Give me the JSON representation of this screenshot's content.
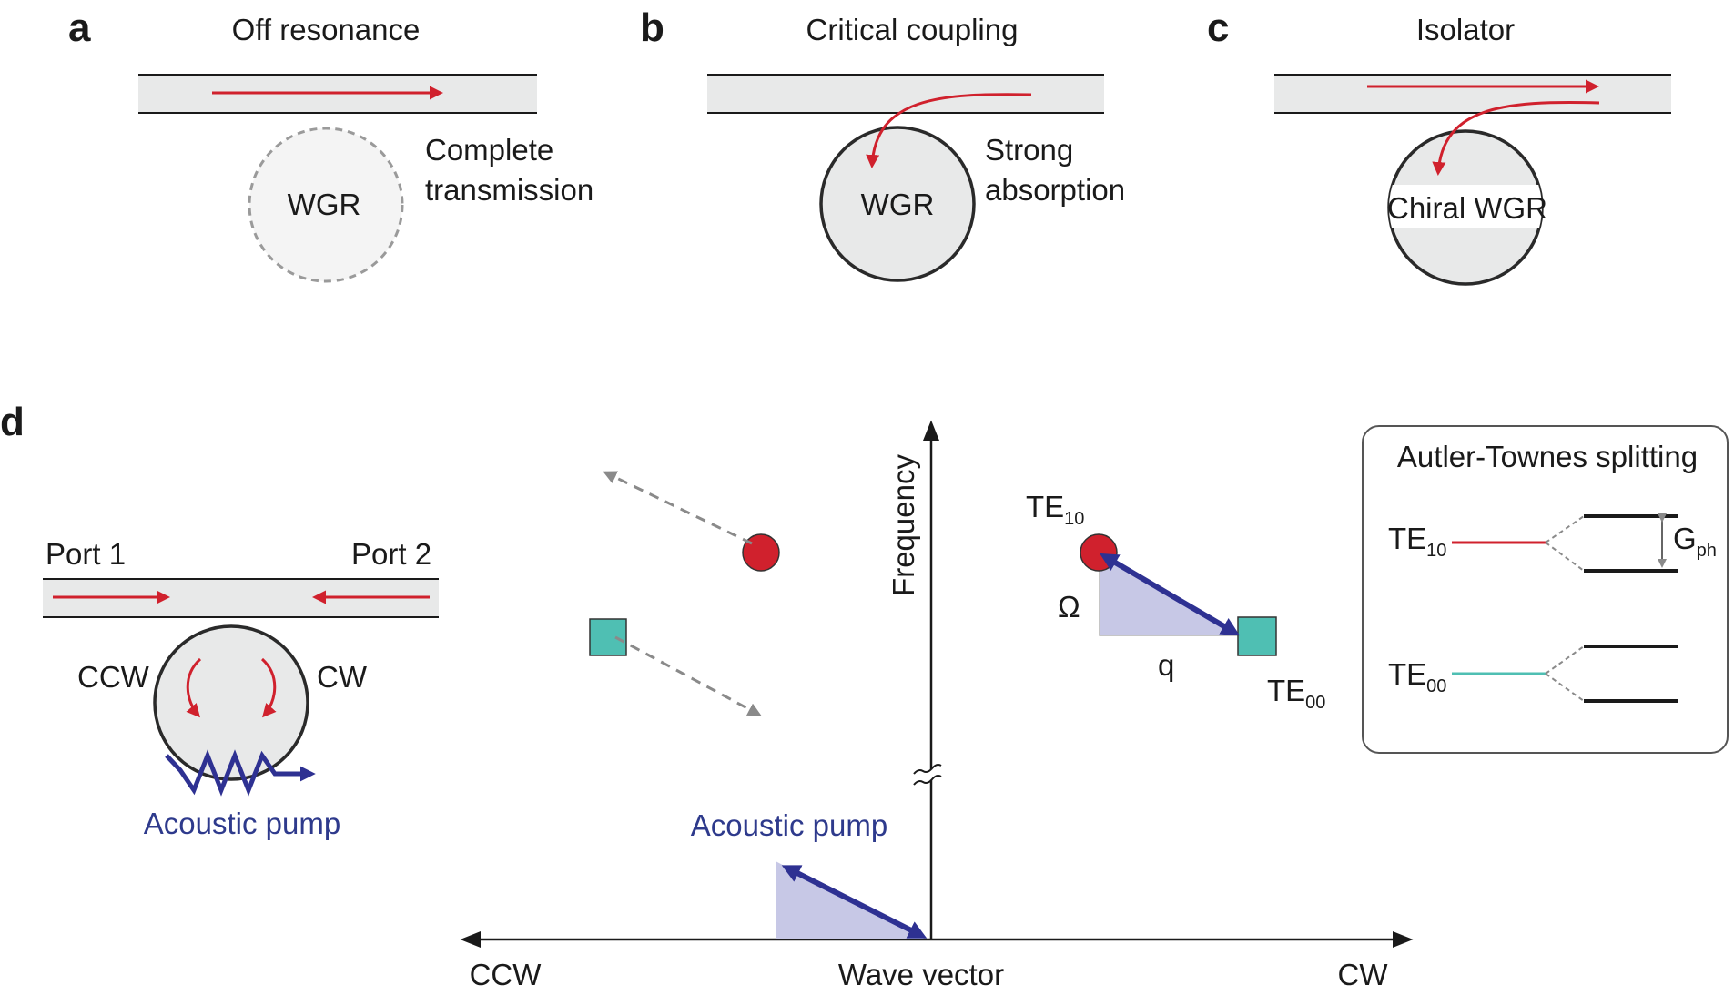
{
  "panels": {
    "a": {
      "letter": "a",
      "title": "Off resonance",
      "ring_label": "WGR",
      "note_line1": "Complete",
      "note_line2": "transmission"
    },
    "b": {
      "letter": "b",
      "title": "Critical coupling",
      "ring_label": "WGR",
      "note_line1": "Strong",
      "note_line2": "absorption"
    },
    "c": {
      "letter": "c",
      "title": "Isolator",
      "ring_label": "Chiral WGR"
    },
    "d": {
      "letter": "d",
      "port1": "Port 1",
      "port2": "Port 2",
      "ccw_label": "CCW",
      "cw_label": "CW",
      "pump_label_left": "Acoustic pump",
      "pump_label_center": "Acoustic pump",
      "y_axis": "Frequency",
      "x_axis": "Wave vector",
      "x_left": "CCW",
      "x_right": "CW",
      "te10": {
        "base": "TE",
        "sub": "10"
      },
      "te00": {
        "base": "TE",
        "sub": "00"
      },
      "omega": "Ω",
      "q": "q",
      "inset": {
        "title": "Autler-Townes splitting",
        "te10": {
          "base": "TE",
          "sub": "10"
        },
        "te00": {
          "base": "TE",
          "sub": "00"
        },
        "g": {
          "base": "G",
          "sub": "ph"
        }
      }
    }
  },
  "colors": {
    "red": "#d0212d",
    "blue": "#2e3192",
    "teal": "#4fbfb3",
    "gray_fill": "#e8e9e9",
    "triangle": "#c7c8e6"
  }
}
